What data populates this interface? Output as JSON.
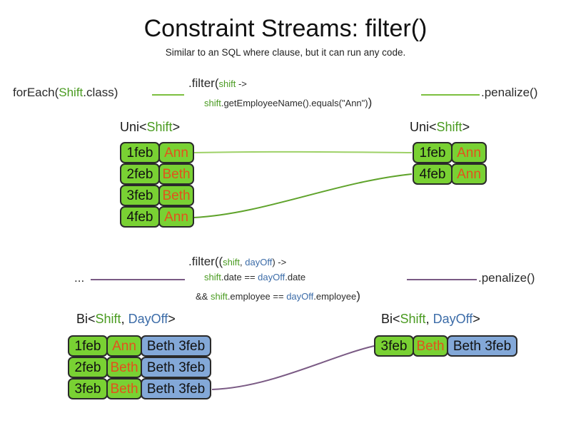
{
  "slide": {
    "title": "Constraint Streams: filter()",
    "subtitle": "Similar to an SQL where clause, but it can run any code."
  },
  "colors": {
    "green_fill": "#79d133",
    "blue_fill": "#83a8d8",
    "box_border": "#2a2a2a",
    "name_text": "#e2521d",
    "shift_token": "#4a9b21",
    "dayoff_token": "#3c6ca8",
    "uni_wire": "#7cbf3f",
    "bi_wire": "#7a5a84"
  },
  "uni_example": {
    "source_label": {
      "prefix": "forEach(",
      "type": "Shift",
      "suffix": ".class)"
    },
    "filter_code": {
      "line1_head": ".filter(",
      "line1_param": "shift",
      "line1_tail": " ->",
      "line2_param": "shift",
      "line2_body": ".getEmployeeName().equals(\"Ann\")",
      "line2_close": ")"
    },
    "sink_label": ".penalize()",
    "input_stream": {
      "label_prefix": "Uni<",
      "label_type": "Shift",
      "label_suffix": ">",
      "rows": [
        {
          "date": "1feb",
          "name": "Ann"
        },
        {
          "date": "2feb",
          "name": "Beth"
        },
        {
          "date": "3feb",
          "name": "Beth"
        },
        {
          "date": "4feb",
          "name": "Ann"
        }
      ]
    },
    "output_stream": {
      "label_prefix": "Uni<",
      "label_type": "Shift",
      "label_suffix": ">",
      "rows": [
        {
          "date": "1feb",
          "name": "Ann"
        },
        {
          "date": "4feb",
          "name": "Ann"
        }
      ]
    }
  },
  "bi_example": {
    "source_label": "...",
    "filter_code": {
      "line1_head": ".filter((",
      "line1_p1": "shift",
      "line1_sep": ", ",
      "line1_p2": "dayOff",
      "line1_tail": ") ->",
      "line2_p1": "shift",
      "line2_mid": ".date == ",
      "line2_p2": "dayOff",
      "line2_tail": ".date",
      "line3_head": "&& ",
      "line3_p1": "shift",
      "line3_mid": ".employee == ",
      "line3_p2": "dayOff",
      "line3_tail": ".employee",
      "line3_close": ")"
    },
    "sink_label": ".penalize()",
    "input_stream": {
      "label_prefix": "Bi<",
      "label_type1": "Shift",
      "label_sep": ", ",
      "label_type2": "DayOff",
      "label_suffix": ">",
      "rows": [
        {
          "date": "1feb",
          "name": "Ann",
          "pair": "Beth 3feb"
        },
        {
          "date": "2feb",
          "name": "Beth",
          "pair": "Beth 3feb"
        },
        {
          "date": "3feb",
          "name": "Beth",
          "pair": "Beth 3feb"
        }
      ]
    },
    "output_stream": {
      "label_prefix": "Bi<",
      "label_type1": "Shift",
      "label_sep": ", ",
      "label_type2": "DayOff",
      "label_suffix": ">",
      "rows": [
        {
          "date": "3feb",
          "name": "Beth",
          "pair": "Beth 3feb"
        }
      ]
    }
  }
}
